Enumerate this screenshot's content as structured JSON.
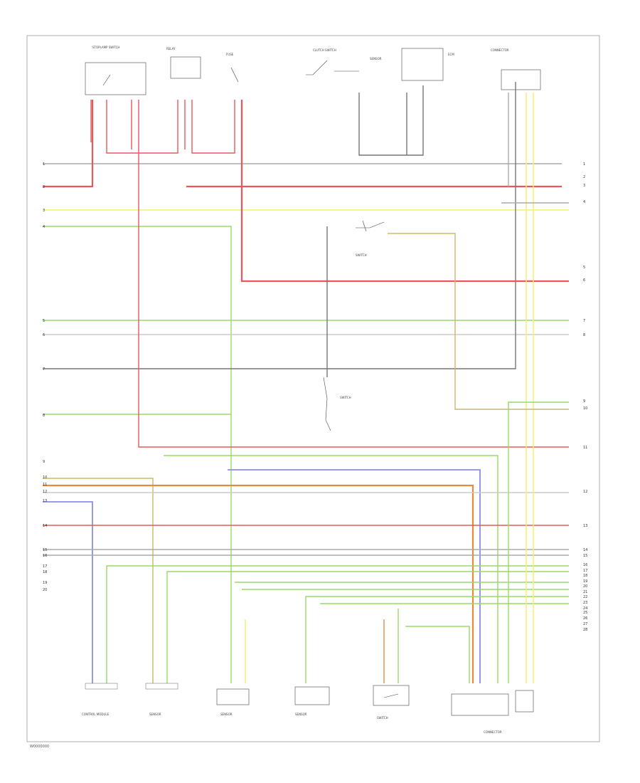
{
  "diagram": {
    "reference_code": "W0000000",
    "top_components": [
      {
        "key": "stoplamp",
        "label": "STOPLAMP SWITCH"
      },
      {
        "key": "relay",
        "label": "RELAY"
      },
      {
        "key": "fuse",
        "label": "FUSE"
      },
      {
        "key": "clutch",
        "label": "CLUTCH SWITCH"
      },
      {
        "key": "sensor",
        "label": "SENSOR"
      },
      {
        "key": "ecm",
        "label": "ECM"
      },
      {
        "key": "connector",
        "label": "CONNECTOR"
      }
    ],
    "middle_components": [
      {
        "key": "switch1",
        "label": "SWITCH"
      },
      {
        "key": "switch2",
        "label": "SWITCH"
      }
    ],
    "bottom_components": [
      {
        "key": "module",
        "label": "CONTROL MODULE"
      },
      {
        "key": "sensor_a",
        "label": "SENSOR"
      },
      {
        "key": "sensor_b",
        "label": "SENSOR"
      },
      {
        "key": "sensor_c",
        "label": "SENSOR"
      },
      {
        "key": "switch_d",
        "label": "SWITCH"
      },
      {
        "key": "connector_e",
        "label": "CONNECTOR"
      }
    ],
    "left_numbers": [
      "1",
      "2",
      "3",
      "4",
      "5",
      "6",
      "7",
      "8",
      "9",
      "10",
      "11",
      "12",
      "13",
      "14",
      "15",
      "16",
      "17",
      "18",
      "19",
      "20"
    ],
    "right_numbers": [
      "1",
      "2",
      "3",
      "4",
      "5",
      "6",
      "7",
      "8",
      "9",
      "10",
      "11",
      "12",
      "13",
      "14",
      "15",
      "16",
      "17",
      "18",
      "19",
      "20",
      "21",
      "22",
      "23",
      "24",
      "25",
      "26",
      "27",
      "28"
    ]
  }
}
